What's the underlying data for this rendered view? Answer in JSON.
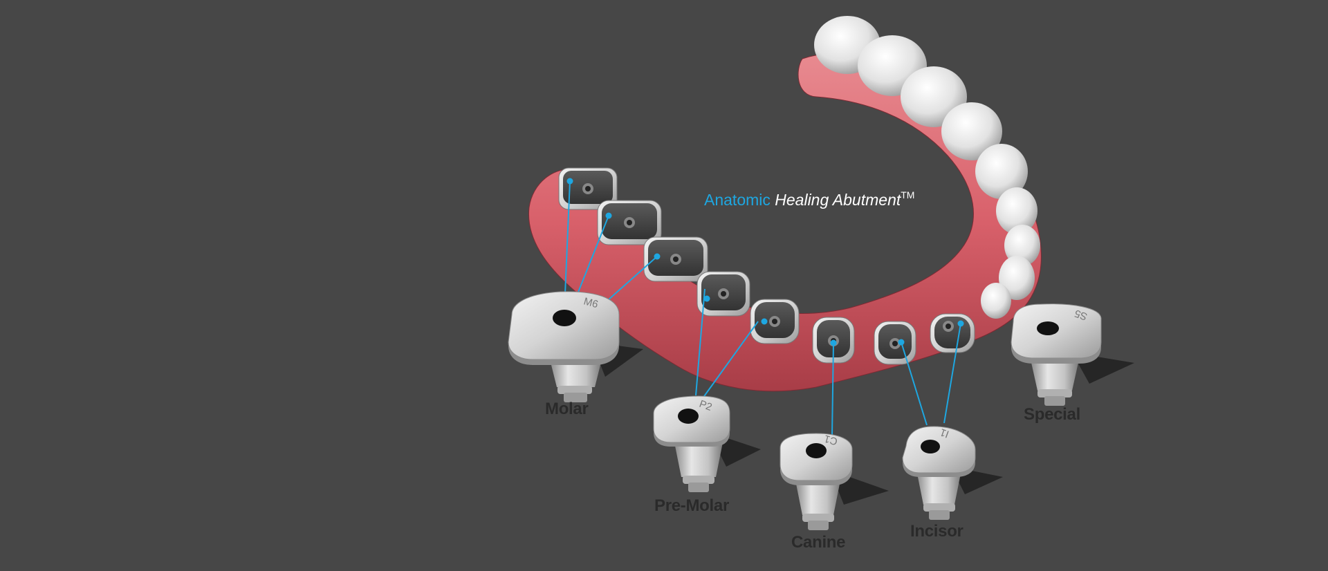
{
  "title": {
    "brand_part": "Anatomic",
    "product_part": "Healing Abutment",
    "trademark": "TM"
  },
  "abutments": [
    {
      "label": "Molar",
      "code": "M6"
    },
    {
      "label": "Pre-Molar",
      "code": "P2"
    },
    {
      "label": "Canine",
      "code": "C1"
    },
    {
      "label": "Incisor",
      "code": "I1"
    },
    {
      "label": "Special",
      "code": "S5"
    }
  ],
  "colors": {
    "background": "#474747",
    "gum": "#d9616a",
    "tooth": "#e8e8e8",
    "callout_line": "#1ea7e1",
    "label_text": "#2a2a2a"
  }
}
